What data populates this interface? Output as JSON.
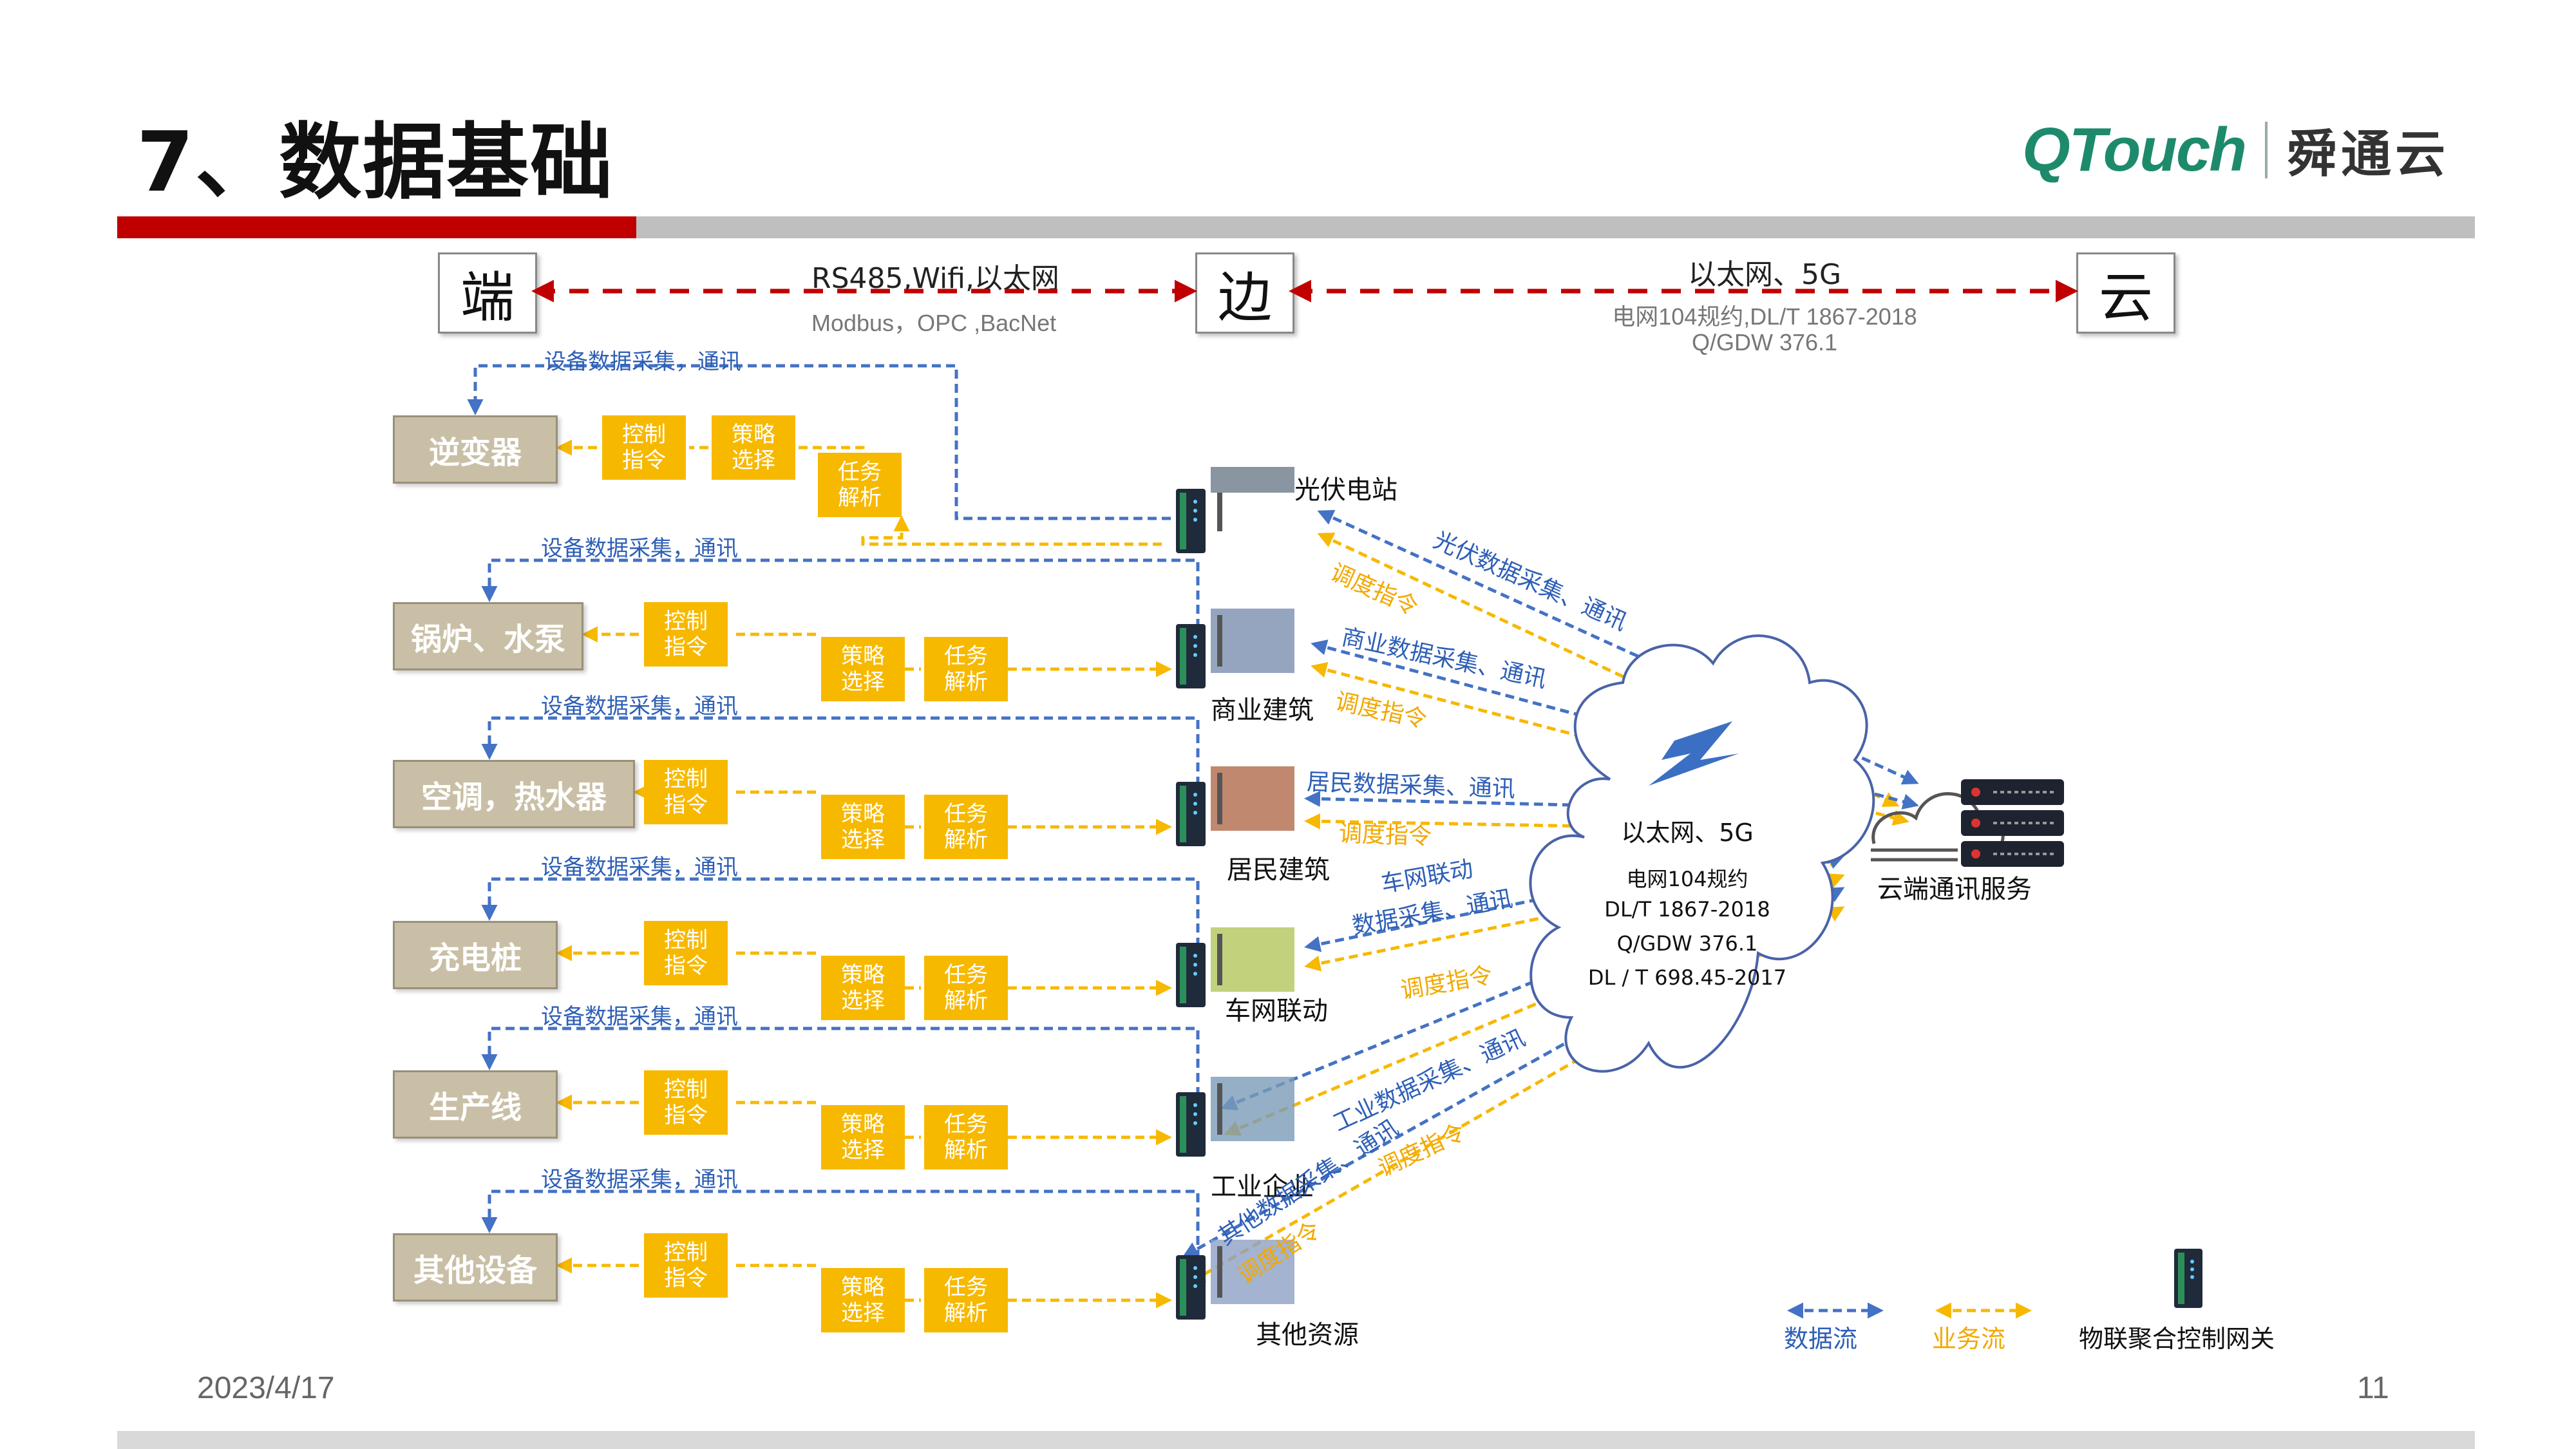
{
  "header": {
    "title": "7、数据基础",
    "logo_text": "QTouch",
    "logo_cn": "舜通云"
  },
  "tiers": {
    "end": "端",
    "edge": "边",
    "cloud": "云",
    "left_link_main": "RS485,Wifi,以太网",
    "left_link_sub": "Modbus，OPC ,BacNet",
    "right_link_main": "以太网、5G",
    "right_link_sub1": "电网104规约,DL/T 1867-2018",
    "right_link_sub2": "Q/GDW 376.1"
  },
  "rows": [
    {
      "device": "逆变器",
      "collect": "设备数据采集，通讯",
      "control": "控制指令",
      "strategy": "策略选择",
      "task": "任务解析",
      "site": "光伏电站"
    },
    {
      "device": "锅炉、水泵",
      "collect": "设备数据采集，通讯",
      "control": "控制指令",
      "strategy": "策略选择",
      "task": "任务解析",
      "site": "商业建筑"
    },
    {
      "device": "空调，热水器",
      "collect": "设备数据采集，通讯",
      "control": "控制指令",
      "strategy": "策略选择",
      "task": "任务解析",
      "site": "居民建筑"
    },
    {
      "device": "充电桩",
      "collect": "设备数据采集，通讯",
      "control": "控制指令",
      "strategy": "策略选择",
      "task": "任务解析",
      "site": "车网联动"
    },
    {
      "device": "生产线",
      "collect": "设备数据采集，通讯",
      "control": "控制指令",
      "strategy": "策略选择",
      "task": "任务解析",
      "site": "工业企业"
    },
    {
      "device": "其他设备",
      "collect": "设备数据采集，通讯",
      "control": "控制指令",
      "strategy": "策略选择",
      "task": "任务解析",
      "site": "其他资源"
    }
  ],
  "diagonals": {
    "pv_data": "光伏数据采集、通讯",
    "pv_cmd": "调度指令",
    "com_data": "商业数据采集、通讯",
    "com_cmd": "调度指令",
    "res_data": "居民数据采集、通讯",
    "res_cmd": "调度指令",
    "v2g_data1": "车网联动",
    "v2g_data2": "数据采集、通讯",
    "v2g_cmd": "调度指令",
    "ind_data": "工业数据采集、通讯",
    "ind_cmd": "调度指令",
    "oth_data": "其他数据采集、通讯",
    "oth_cmd": "调度指令"
  },
  "cloud": {
    "line1": "以太网、5G",
    "line2": "电网104规约",
    "line3": "DL/T 1867-2018",
    "line4": "Q/GDW 376.1",
    "line5": "DL / T 698.45-2017",
    "server_label": "云端通讯服务"
  },
  "legend": {
    "data_flow": "数据流",
    "business_flow": "业务流",
    "gateway": "物联聚合控制网关"
  },
  "colors": {
    "blue": "#4472c4",
    "yellow": "#f7b800",
    "red": "#c00000",
    "device_bg": "#c9bfa6"
  },
  "footer": {
    "date": "2023/4/17",
    "page": "11"
  }
}
